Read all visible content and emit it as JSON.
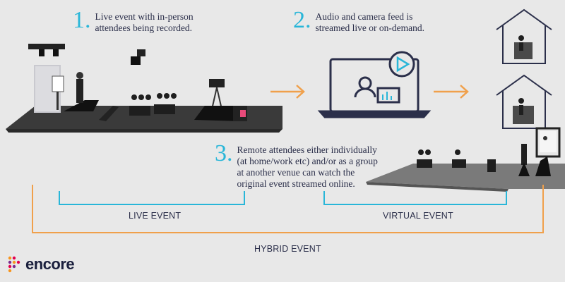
{
  "steps": [
    {
      "num": "1.",
      "text": "Live event with in-person attendees being recorded."
    },
    {
      "num": "2.",
      "text": "Audio and camera feed is streamed live or on-demand."
    },
    {
      "num": "3.",
      "text": "Remote attendees either individually (at home/work etc) and/or as a group at another venue can watch the original event streamed online."
    }
  ],
  "brackets": {
    "live": "LIVE EVENT",
    "virtual": "VIRTUAL EVENT",
    "hybrid": "HYBRID EVENT"
  },
  "logo": {
    "text": "encore"
  },
  "colors": {
    "accent_blue": "#29b6d8",
    "accent_orange": "#f0a04b",
    "navy": "#2b2f4a"
  },
  "icons": [
    "stage-illustration",
    "laptop-stream-icon",
    "house-icon",
    "remote-venue-illustration",
    "arrow-right-icon",
    "encore-logo-icon"
  ]
}
